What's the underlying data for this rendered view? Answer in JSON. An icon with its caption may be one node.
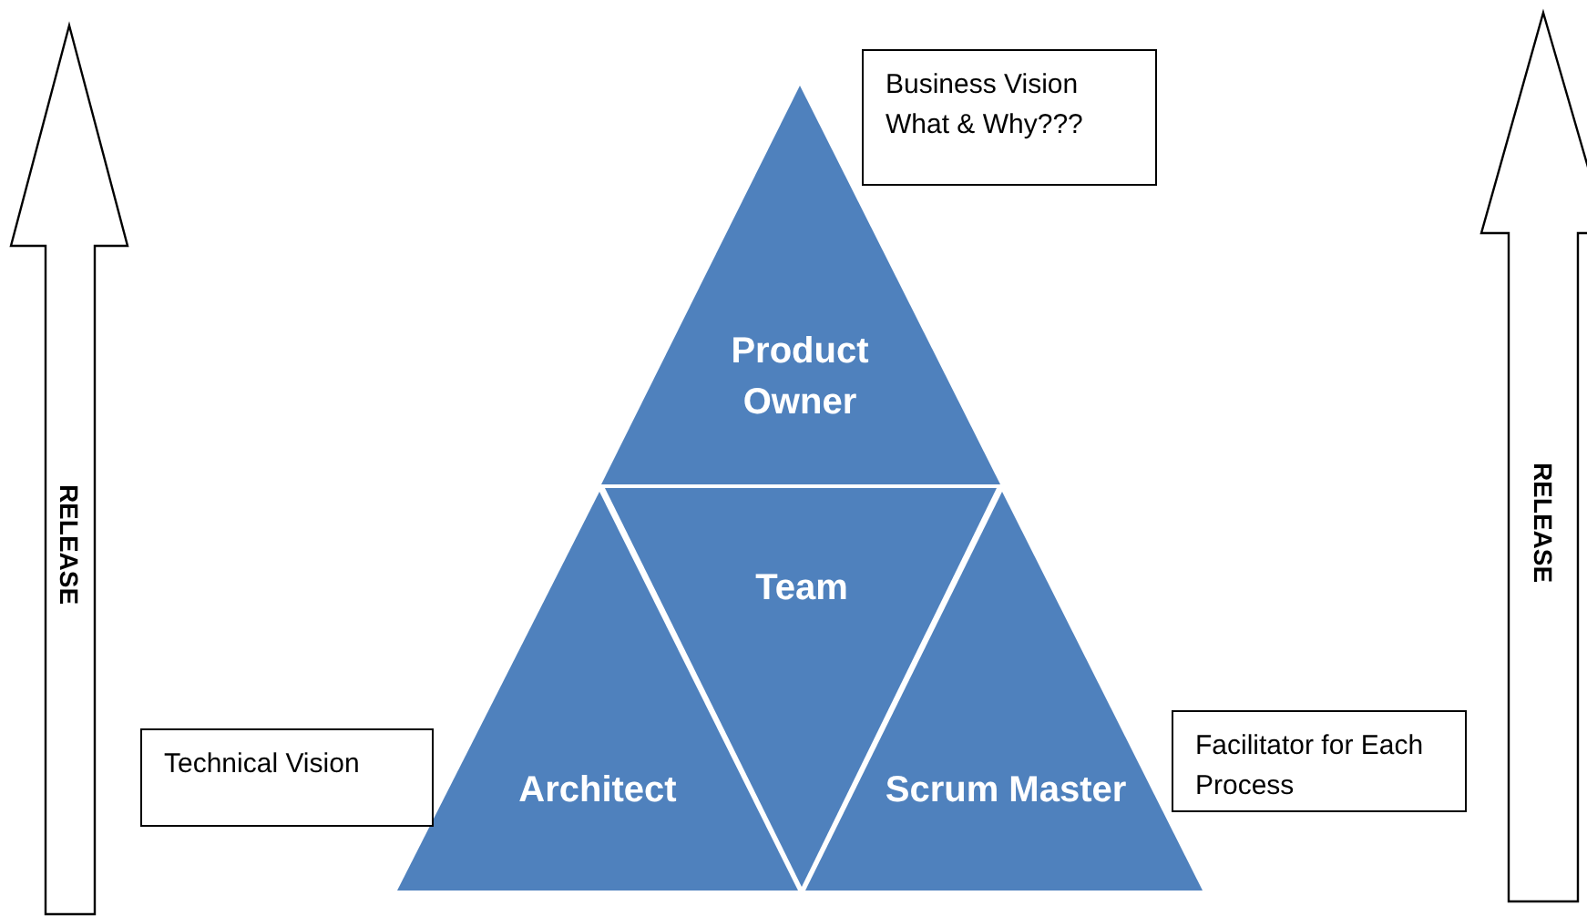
{
  "diagram": {
    "nodes": [
      {
        "text": [
          "RELEASE"
        ]
      },
      {
        "text": [
          "Business Vision",
          "What & Why???"
        ]
      },
      {
        "text": [
          "Product Owner"
        ]
      },
      {
        "text": [
          "Team"
        ]
      },
      {
        "text": [
          "Architect"
        ]
      },
      {
        "text": [
          "Scrum Master"
        ]
      },
      {
        "text": [
          "Technical Vision"
        ]
      },
      {
        "text": [
          "Facilitator for Each Process"
        ]
      },
      {
        "text": [
          "RELEASE"
        ]
      }
    ]
  }
}
